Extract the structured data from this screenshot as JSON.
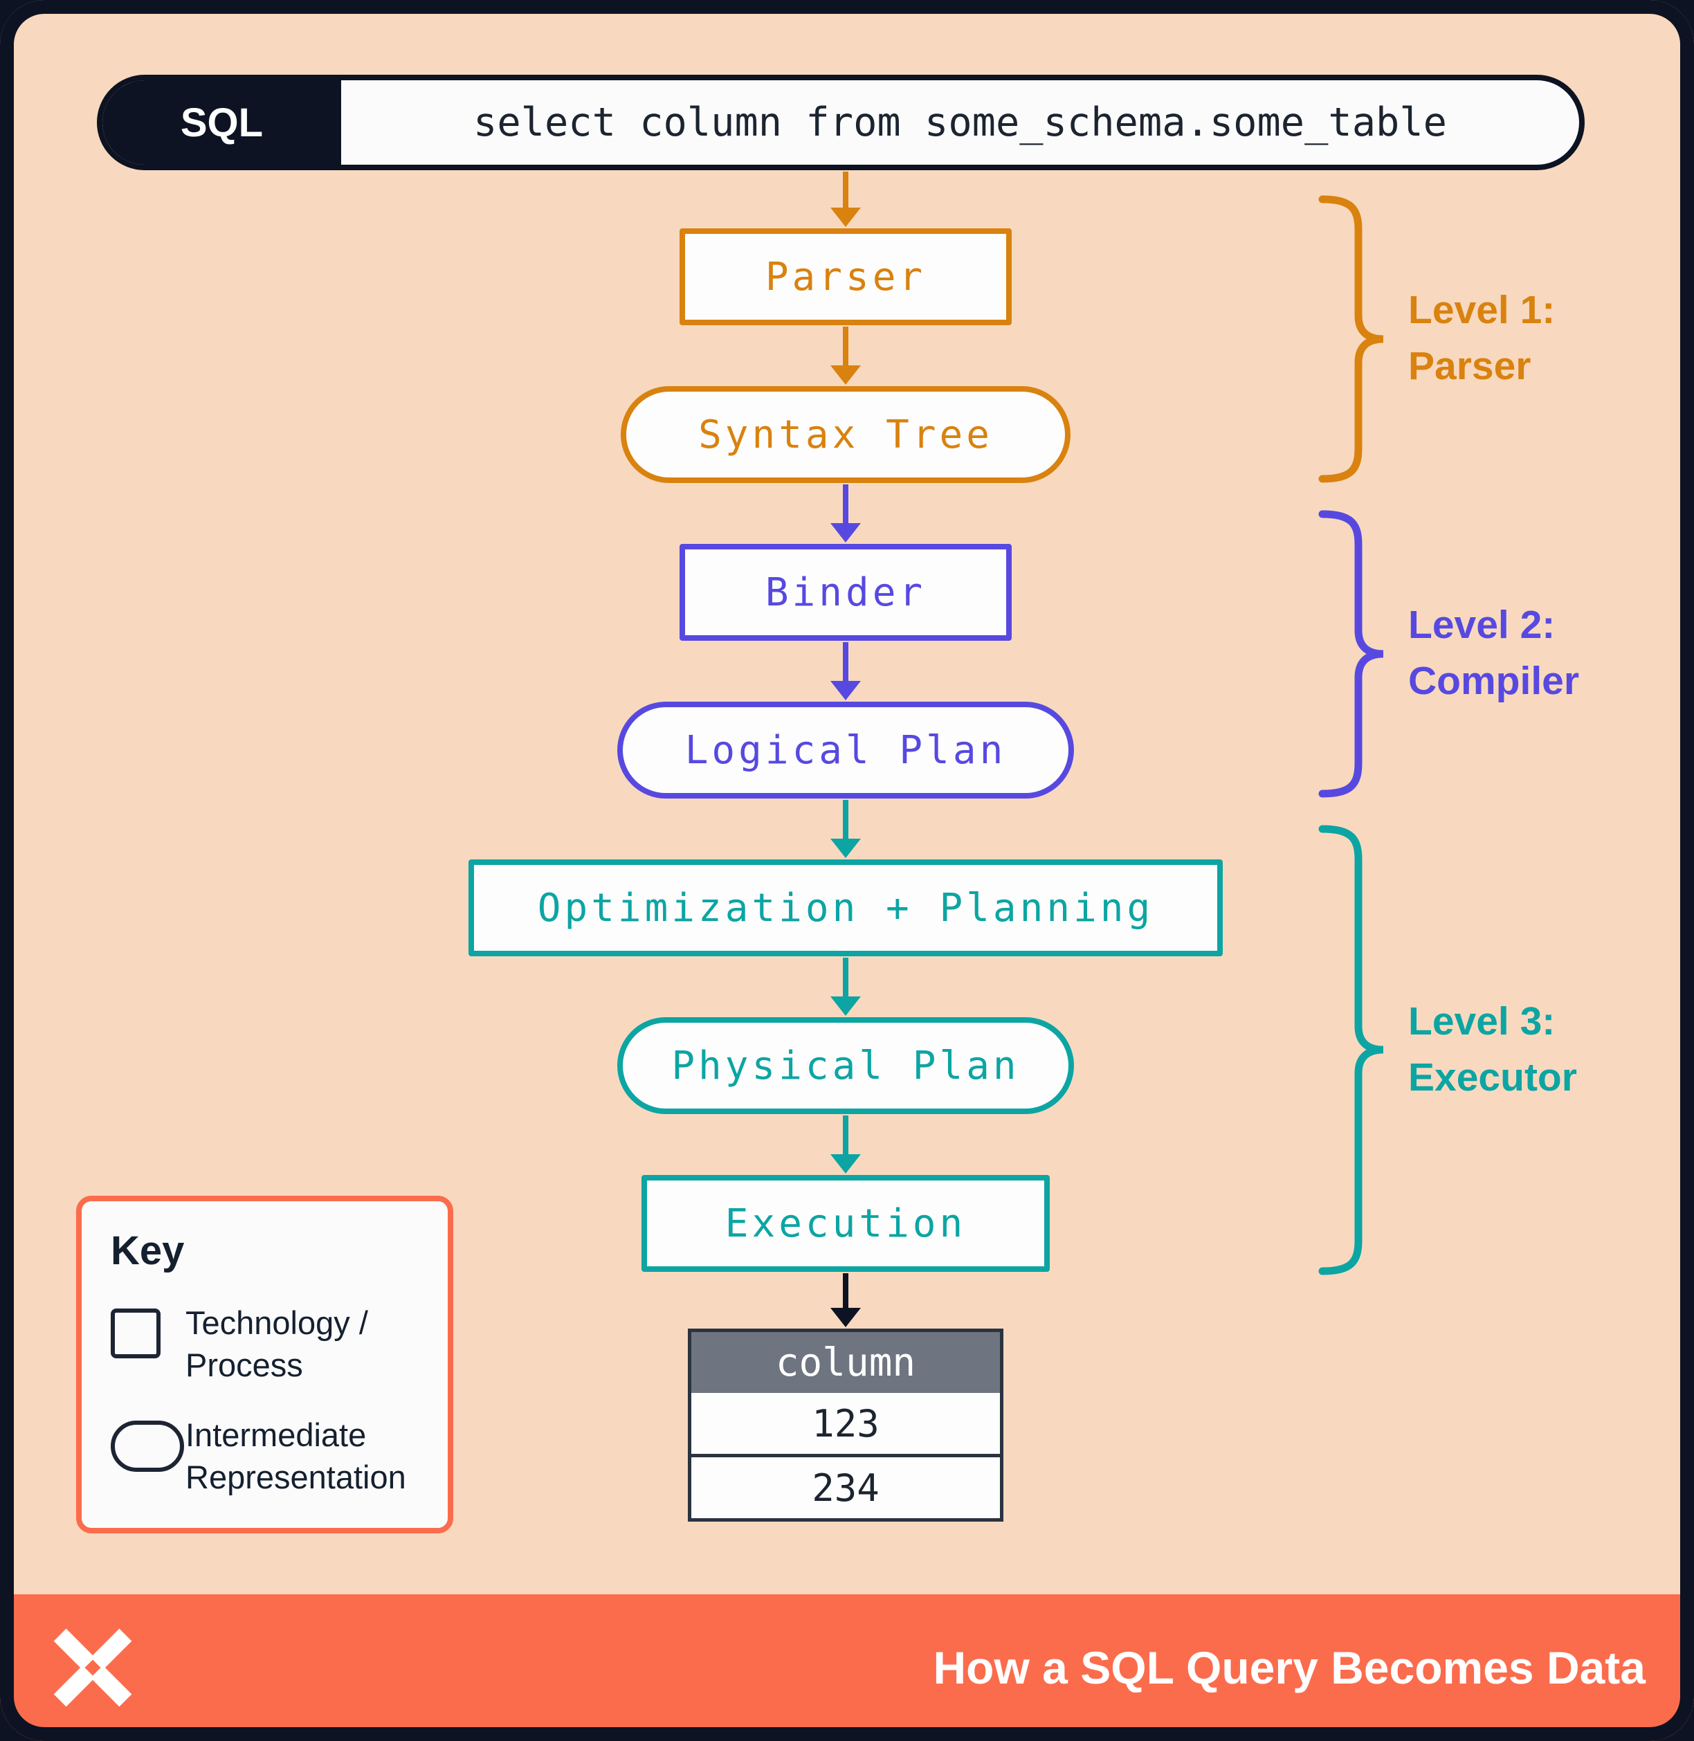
{
  "sql_bar": {
    "badge": "SQL",
    "query": "select column from some_schema.some_table"
  },
  "nodes": {
    "parser": {
      "label": "Parser",
      "shape": "rect",
      "color": "orange"
    },
    "syntax_tree": {
      "label": "Syntax Tree",
      "shape": "pill",
      "color": "orange"
    },
    "binder": {
      "label": "Binder",
      "shape": "rect",
      "color": "purple"
    },
    "logical_plan": {
      "label": "Logical Plan",
      "shape": "pill",
      "color": "purple"
    },
    "optimization": {
      "label": "Optimization + Planning",
      "shape": "rect",
      "color": "teal"
    },
    "physical_plan": {
      "label": "Physical Plan",
      "shape": "pill",
      "color": "teal"
    },
    "execution": {
      "label": "Execution",
      "shape": "rect",
      "color": "teal"
    }
  },
  "levels": [
    {
      "line1": "Level 1:",
      "line2": "Parser",
      "color": "#d9820f"
    },
    {
      "line1": "Level 2:",
      "line2": "Compiler",
      "color": "#5749e0"
    },
    {
      "line1": "Level 3:",
      "line2": "Executor",
      "color": "#0ca5a3"
    }
  ],
  "result_table": {
    "header": "column",
    "rows": [
      "123",
      "234"
    ]
  },
  "key": {
    "title": "Key",
    "items": [
      {
        "icon": "square",
        "label": "Technology / Process"
      },
      {
        "icon": "oval",
        "label": "Intermediate Representation"
      }
    ]
  },
  "footer": {
    "title": "How a SQL Query Becomes Data"
  },
  "colors": {
    "orange": "#d9820f",
    "purple": "#5749e0",
    "teal": "#0ca5a3",
    "peach": "#f8d9bf",
    "ink": "#0d1322",
    "coral": "#fb6c4d",
    "table_header_bg": "#6e7580"
  }
}
